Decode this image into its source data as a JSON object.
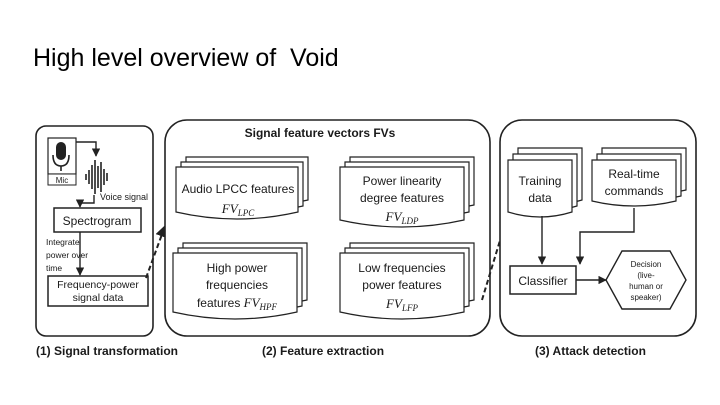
{
  "title": "High level overview of  Void",
  "panel1": {
    "mic_label": "Mic",
    "voice_signal_label": "Voice signal",
    "spectrogram_label": "Spectrogram",
    "integrate_label": [
      "Integrate",
      "power over",
      "time"
    ],
    "freq_power_label": [
      "Frequency-power",
      "signal data"
    ],
    "caption": "(1) Signal transformation"
  },
  "panel2": {
    "header": "Signal feature vectors FVs",
    "features": [
      {
        "lines": [
          "Audio LPCC features"
        ],
        "fv": "FV",
        "sub": "LPC"
      },
      {
        "lines": [
          "Power linearity",
          "degree features"
        ],
        "fv": "FV",
        "sub": "LDP"
      },
      {
        "lines": [
          "High power",
          "frequencies"
        ],
        "prefix": "features ",
        "fv": "FV",
        "sub": "HPF"
      },
      {
        "lines": [
          "Low frequencies",
          "power features"
        ],
        "fv": "FV",
        "sub": "LFP"
      }
    ],
    "caption": "(2) Feature extraction"
  },
  "panel3": {
    "training": [
      "Training",
      "data"
    ],
    "realtime": [
      "Real-time",
      "commands"
    ],
    "classifier": "Classifier",
    "decision": [
      "Decision",
      "(live-",
      "human or",
      "speaker)"
    ],
    "caption": "(3) Attack detection"
  },
  "colors": {
    "stroke": "#222222",
    "text": "#1a1a1a",
    "background": "#ffffff"
  }
}
